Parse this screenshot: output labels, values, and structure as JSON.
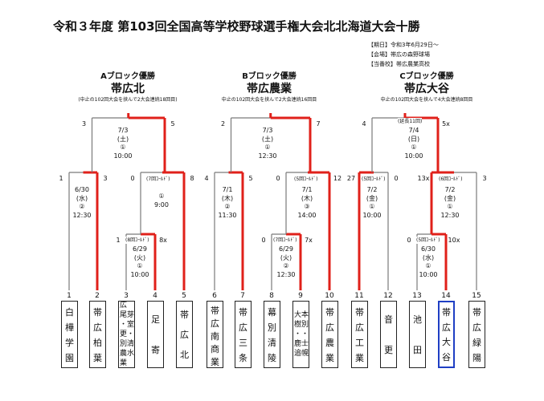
{
  "title": "令和３年度 第103回全国高等学校野球選手権大会北北海道大会十勝",
  "info": [
    "【期日】令和3年6月29日～",
    "【会場】帯広の森野球場",
    "【当番校】帯広農業高校"
  ],
  "blocks": [
    {
      "title": "Aブロック優勝",
      "winner": "帯広北",
      "note": "(中止の102回大会を挟んで2大会連続18回目)"
    },
    {
      "title": "Bブロック優勝",
      "winner": "帯広農業",
      "note": "中止の102回大会を挟んで2大会連続16回目"
    },
    {
      "title": "Cブロック優勝",
      "winner": "帯広大谷",
      "note": "中止の102回大会を挟んで4大会連続8回目"
    }
  ],
  "games": [
    {
      "id": "a1",
      "lines": [
        "6/30",
        "(水)",
        "②",
        "12:30"
      ]
    },
    {
      "id": "a2",
      "lines": [
        "",
        "①",
        "9:00"
      ]
    },
    {
      "id": "a3",
      "lines": [
        "6/29",
        "(火)",
        "①",
        "10:00"
      ]
    },
    {
      "id": "af",
      "lines": [
        "7/3",
        "(土)",
        "①",
        "10:00"
      ]
    },
    {
      "id": "b1",
      "lines": [
        "7/1",
        "(木)",
        "②",
        "11:30"
      ]
    },
    {
      "id": "b2",
      "lines": [
        "7/1",
        "(木)",
        "③",
        "14:00"
      ]
    },
    {
      "id": "b3",
      "lines": [
        "6/29",
        "(火)",
        "②",
        "12:30"
      ]
    },
    {
      "id": "bf",
      "lines": [
        "7/3",
        "(土)",
        "①",
        "12:30"
      ]
    },
    {
      "id": "c1",
      "lines": [
        "7/2",
        "(金)",
        "①",
        "10:00"
      ]
    },
    {
      "id": "c2",
      "lines": [
        "7/2",
        "(金)",
        "①",
        "12:30"
      ]
    },
    {
      "id": "c3",
      "lines": [
        "6/30",
        "(水)",
        "①",
        "10:00"
      ]
    },
    {
      "id": "cf",
      "lines": [
        "7/4",
        "(日)",
        "①",
        "10:00"
      ]
    }
  ],
  "cold": {
    "a2": "(7回ｺｰﾙﾄﾞ)",
    "a3": "(8回ｺｰﾙﾄﾞ)",
    "b2": "(5回ｺｰﾙﾄﾞ)",
    "b3": "(7回ｺｰﾙﾄﾞ)",
    "c1": "(5回ｺｰﾙﾄﾞ)",
    "c2": "(6回ｺｰﾙﾄﾞ)",
    "c3": "(5回ｺｰﾙﾄﾞ)",
    "cf": "(延長11回)"
  },
  "scores": {
    "a1L": "1",
    "a1R": "3",
    "a2L": "0",
    "a2R": "8",
    "a3L": "1",
    "a3R": "8x",
    "afL": "3",
    "afR": "5",
    "b1L": "4",
    "b1R": "5",
    "b2L": "0",
    "b2R": "12",
    "b3L": "0",
    "b3R": "7x",
    "bfL": "2",
    "bfR": "7",
    "c1L": "27",
    "c1R": "0",
    "c2L": "13x",
    "c2R": "3",
    "c3L": "0",
    "c3R": "10x",
    "cfL": "4",
    "cfR": "5x"
  },
  "teams": [
    {
      "num": "1",
      "name": "白樺学園"
    },
    {
      "num": "2",
      "name": "帯広柏葉"
    },
    {
      "num": "3",
      "name": "広尾・更別農業・芽室・清水"
    },
    {
      "num": "4",
      "name": "足寄"
    },
    {
      "num": "5",
      "name": "帯広北"
    },
    {
      "num": "6",
      "name": "帯広南商業"
    },
    {
      "num": "7",
      "name": "帯広三条"
    },
    {
      "num": "8",
      "name": "幕別清陵"
    },
    {
      "num": "9",
      "name": "大樹・鹿追・本別・士幌"
    },
    {
      "num": "10",
      "name": "帯広農業"
    },
    {
      "num": "11",
      "name": "帯広工業"
    },
    {
      "num": "12",
      "name": "音更"
    },
    {
      "num": "13",
      "name": "池田"
    },
    {
      "num": "14",
      "name": "帯広大谷"
    },
    {
      "num": "15",
      "name": "帯広緑陽"
    }
  ]
}
